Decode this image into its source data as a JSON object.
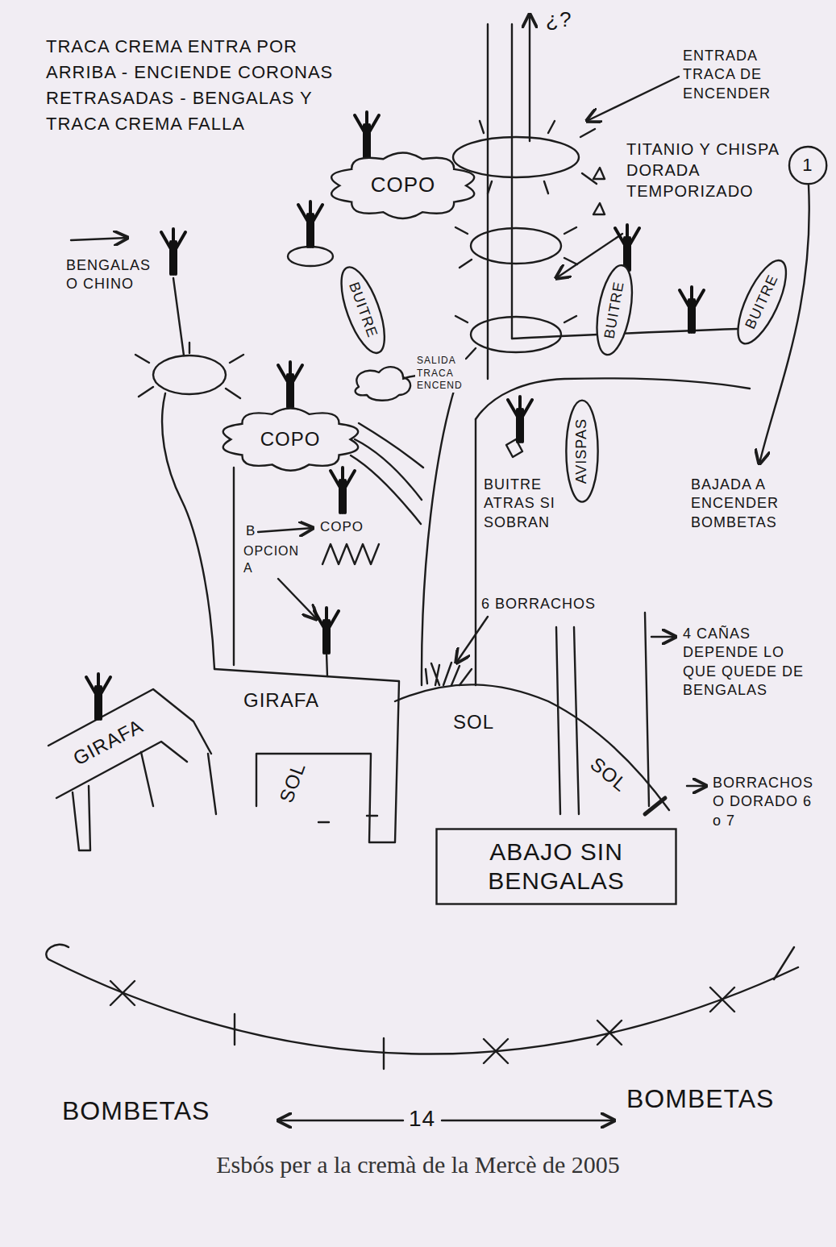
{
  "diagram": {
    "caption": "Esbós per a la cremà de la Mercè de 2005",
    "nodes": [
      {
        "text": [
          "COPO"
        ]
      },
      {
        "text": [
          "1"
        ]
      },
      {
        "text": [
          "BUITRE"
        ]
      },
      {
        "text": [
          "BUITRE"
        ]
      },
      {
        "text": [
          "BUITRE"
        ]
      },
      {
        "text": [
          "AVISPAS"
        ]
      },
      {
        "text": [
          "COPO"
        ]
      },
      {
        "text": [
          "ABAJO SIN BENGALAS"
        ]
      }
    ],
    "labels": [
      "TRACA CREMA ENTRA POR ARRIBA - ENCIENDE CORONAS RETRASADAS - BENGALAS Y TRACA CREMA FALLA",
      "¿?",
      "ENTRADA TRACA DE ENCENDER",
      "TITANIO Y CHISPA DORADA TEMPORIZADO",
      "BAJADA A ENCENDER BOMBETAS",
      "BENGALAS O CHINO",
      "SALIDA TRACA ENCEND",
      "COPO",
      "B",
      "OPCION A",
      "BUITRE ATRAS SI SOBRAN",
      "6 BORRACHOS",
      "4 CAÑAS DEPENDE LO QUE QUEDE DE BENGALAS",
      "GIRAFA",
      "GIRAFA",
      "SOL",
      "SOL",
      "SOL",
      "BORRACHOS O DORADO 6 o 7",
      "BOMBETAS",
      "14",
      "BOMBETAS"
    ]
  }
}
